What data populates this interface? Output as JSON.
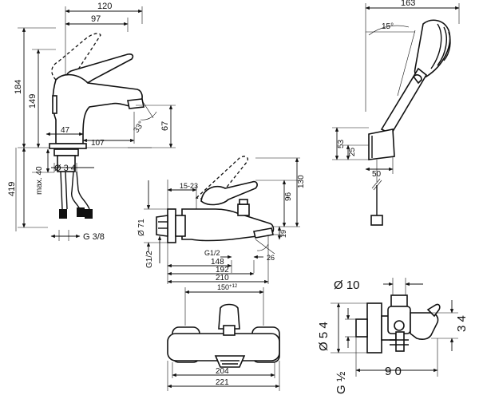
{
  "labels": {
    "basin": {
      "w120": "120",
      "w97": "97",
      "h184": "184",
      "h149": "149",
      "h67": "67",
      "ang33": "33°",
      "w47": "47",
      "w107": "107",
      "h419": "419",
      "max40": "max. 40",
      "d34": "Ø 3 4",
      "g38": "G 3/8"
    },
    "hand_shower": {
      "w163": "163",
      "ang15": "15°",
      "h53": "53",
      "h25": "25",
      "w50": "50"
    },
    "bath_side": {
      "r1523": "15-23",
      "h96": "96",
      "h130": "130",
      "d71": "Ø 71",
      "g12l": "G1/2",
      "g12b": "G1/2",
      "h19": "19",
      "h26": "26",
      "w148": "148",
      "w192": "192",
      "w210": "210"
    },
    "bath_front": {
      "w150": "150",
      "w150_sup": "+12",
      "w204": "204",
      "w221": "221"
    },
    "valve": {
      "d10": "Ø  10",
      "d54": "Ø  5 4",
      "h34": "3 4",
      "g12": "G  ½",
      "w90": "9 0"
    }
  }
}
